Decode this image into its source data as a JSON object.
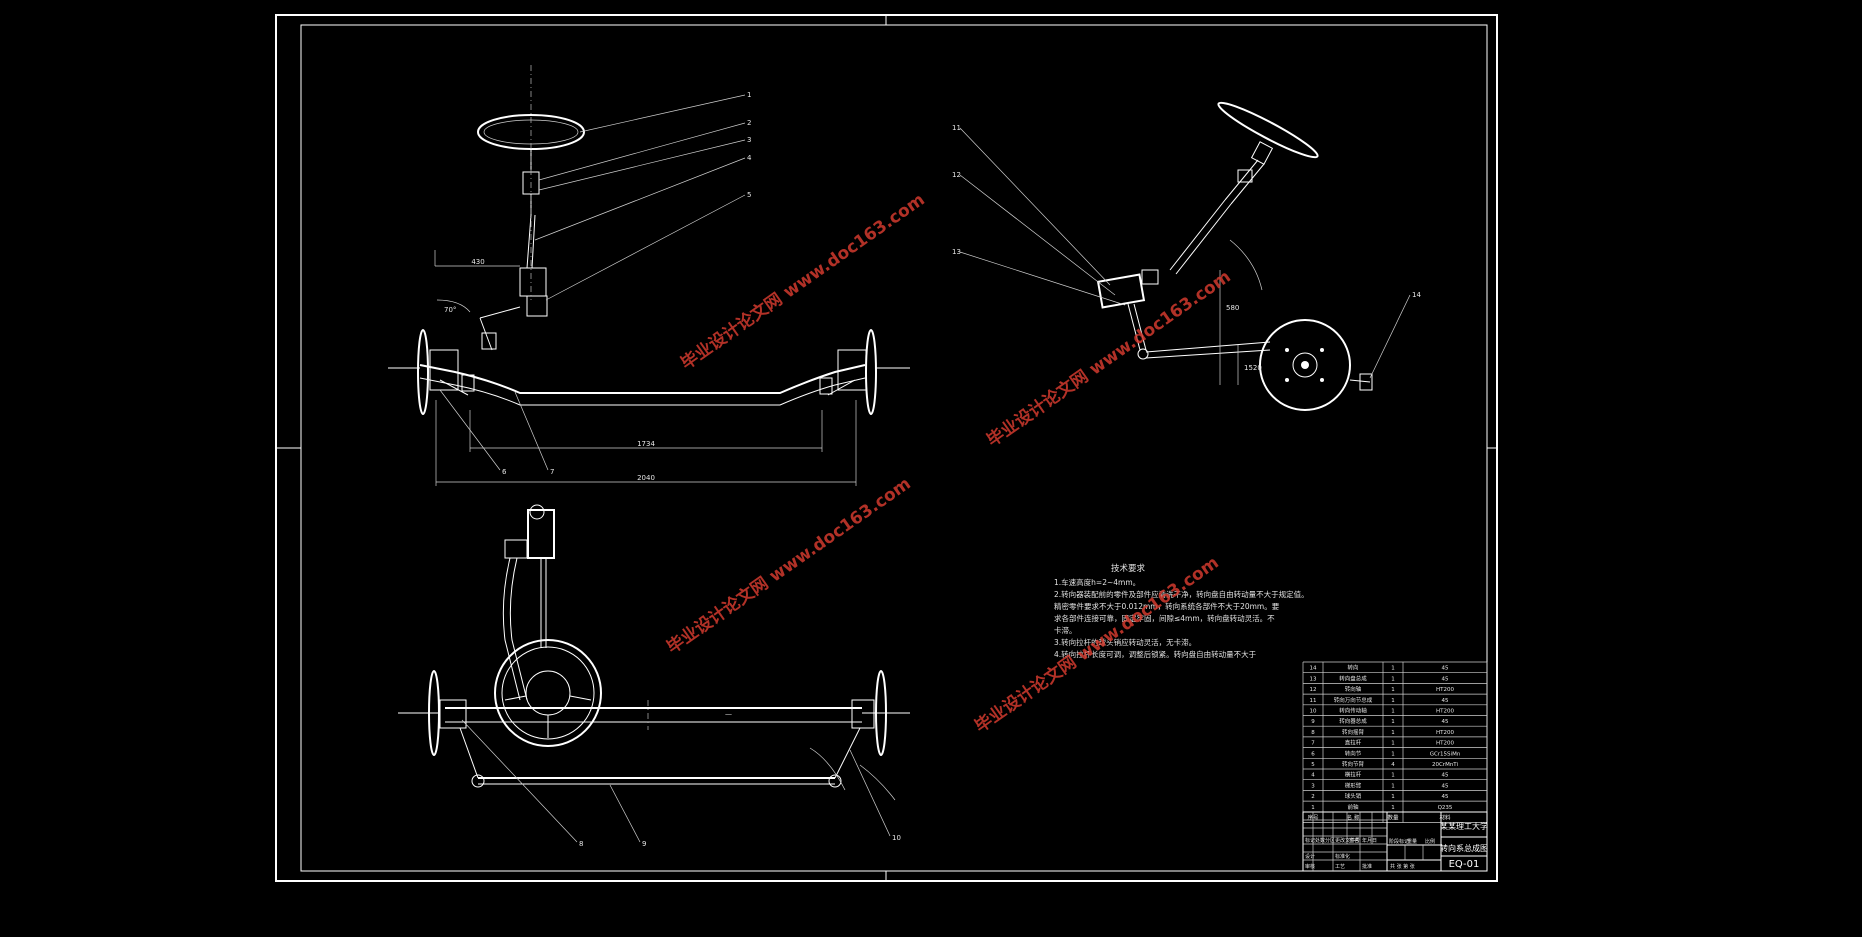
{
  "drawing": {
    "tech_requirements": {
      "heading": "技术要求",
      "lines": [
        "1.车速高度h=2~4mm。",
        "2.转向器装配前的零件及部件应清洗干净，转向盘自由转动量不大于规定值。",
        "精密零件要求不大于0.012mm，转向系统各部件不大于20mm。要",
        "求各部件连接可靠，固定牢固，间隙≤4mm，转向盘转动灵活。不",
        "卡滞。",
        "3.转向拉杆的球头销应转动灵活，无卡滞。",
        "4.转向拉杆长度可调，调整后锁紧。转向盘自由转动量不大于"
      ]
    },
    "dimensions": {
      "top_left_upper": "430",
      "top_left_angle": "70°",
      "track_inner": "1734",
      "track_outer": "2040",
      "right_view_dim": "580",
      "right_view_height": "1520"
    },
    "balloons": [
      "1",
      "2",
      "3",
      "4",
      "5",
      "6",
      "7",
      "8",
      "9",
      "10",
      "11",
      "12",
      "13",
      "14"
    ],
    "bom": {
      "rows": [
        [
          "14",
          "转向",
          "1",
          "45"
        ],
        [
          "13",
          "转向盘总成",
          "1",
          "45"
        ],
        [
          "12",
          "转向轴",
          "1",
          "HT200"
        ],
        [
          "11",
          "转向万向节总成",
          "1",
          "45"
        ],
        [
          "10",
          "转向传动轴",
          "1",
          "HT200"
        ],
        [
          "9",
          "转向器总成",
          "1",
          "45"
        ],
        [
          "8",
          "转向摇臂",
          "1",
          "HT200"
        ],
        [
          "7",
          "直拉杆",
          "1",
          "HT200"
        ],
        [
          "6",
          "转向节",
          "1",
          "GCr15SiMn"
        ],
        [
          "5",
          "转向节臂",
          "4",
          "20CrMnTi"
        ],
        [
          "4",
          "横拉杆",
          "1",
          "45"
        ],
        [
          "3",
          "梯形臂",
          "1",
          "45"
        ],
        [
          "2",
          "球头销",
          "1",
          "45"
        ],
        [
          "1",
          "前轴",
          "1",
          "Q235"
        ]
      ],
      "header": [
        "序号",
        "名 称",
        "数量",
        "材料"
      ]
    },
    "title_block": {
      "university": "某某理工大学",
      "drawing_name": "转向系总成图",
      "drawing_number": "EQ-01",
      "labels": [
        "标记",
        "处数",
        "分区",
        "更改文件号",
        "签名",
        "年月日",
        "设计",
        "标准化",
        "审核",
        "工艺",
        "批准",
        "阶段标记",
        "重量",
        "比例",
        "共 张 第 张"
      ]
    },
    "watermarks": [
      "毕业设计论文网 www.doc163.com",
      "毕业设计论文网 www.doc163.com",
      "毕业设计论文网 www.doc163.com",
      "毕业设计论文网 www.doc163.com"
    ],
    "colors": {
      "background": "#000000",
      "lines": "#ffffff",
      "watermark": "#d23a2e"
    }
  }
}
